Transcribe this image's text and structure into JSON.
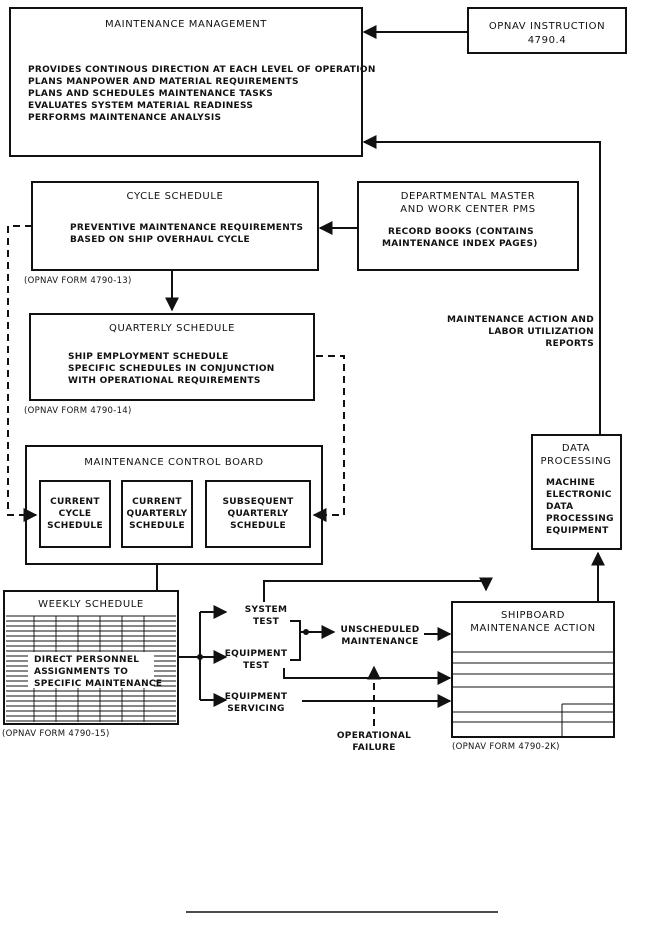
{
  "maintenance_management": {
    "title": "MAINTENANCE MANAGEMENT",
    "lines": [
      "PROVIDES CONTINOUS DIRECTION AT EACH LEVEL OF OPERATION",
      "PLANS MANPOWER AND MATERIAL REQUIREMENTS",
      "PLANS AND SCHEDULES MAINTENANCE TASKS",
      "EVALUATES SYSTEM MATERIAL READINESS",
      "PERFORMS MAINTENANCE ANALYSIS"
    ]
  },
  "opnav_instruction": {
    "line1": "OPNAV INSTRUCTION",
    "line2": "4790.4"
  },
  "cycle_schedule": {
    "title": "CYCLE SCHEDULE",
    "line1": "PREVENTIVE MAINTENANCE REQUIREMENTS",
    "line2": "BASED ON SHIP OVERHAUL CYCLE",
    "form": "(OPNAV FORM 4790-13)"
  },
  "departmental_master": {
    "title1": "DEPARTMENTAL MASTER",
    "title2": "AND WORK CENTER PMS",
    "line1": "RECORD BOOKS (CONTAINS",
    "line2": "MAINTENANCE INDEX PAGES)"
  },
  "quarterly_schedule": {
    "title": "QUARTERLY SCHEDULE",
    "line1": "SHIP EMPLOYMENT SCHEDULE",
    "line2": "SPECIFIC SCHEDULES IN CONJUNCTION",
    "line3": "WITH OPERATIONAL REQUIREMENTS",
    "form": "(OPNAV FORM 4790-14)"
  },
  "reports_label": {
    "line1": "MAINTENANCE ACTION AND",
    "line2": "LABOR UTILIZATION",
    "line3": "REPORTS"
  },
  "control_board": {
    "title": "MAINTENANCE CONTROL BOARD",
    "current_cycle": [
      "CURRENT",
      "CYCLE",
      "SCHEDULE"
    ],
    "current_quarterly": [
      "CURRENT",
      "QUARTERLY",
      "SCHEDULE"
    ],
    "subsequent_quarterly": [
      "SUBSEQUENT",
      "QUARTERLY",
      "SCHEDULE"
    ]
  },
  "data_processing": {
    "title1": "DATA",
    "title2": "PROCESSING",
    "lines": [
      "MACHINE",
      "ELECTRONIC",
      "DATA",
      "PROCESSING",
      "EQUIPMENT"
    ]
  },
  "weekly_schedule": {
    "title": "WEEKLY SCHEDULE",
    "lines": [
      "DIRECT PERSONNEL",
      "ASSIGNMENTS TO",
      "SPECIFIC MAINTENANCE"
    ],
    "form": "(OPNAV FORM 4790-15)"
  },
  "system_test": [
    "SYSTEM",
    "TEST"
  ],
  "equipment_test": [
    "EQUIPMENT",
    "TEST"
  ],
  "equipment_servicing": [
    "EQUIPMENT",
    "SERVICING"
  ],
  "unscheduled_maintenance": [
    "UNSCHEDULED",
    "MAINTENANCE"
  ],
  "operational_failure": [
    "OPERATIONAL",
    "FAILURE"
  ],
  "shipboard_action": {
    "title1": "SHIPBOARD",
    "title2": "MAINTENANCE ACTION",
    "form": "(OPNAV FORM 4790-2K)"
  }
}
